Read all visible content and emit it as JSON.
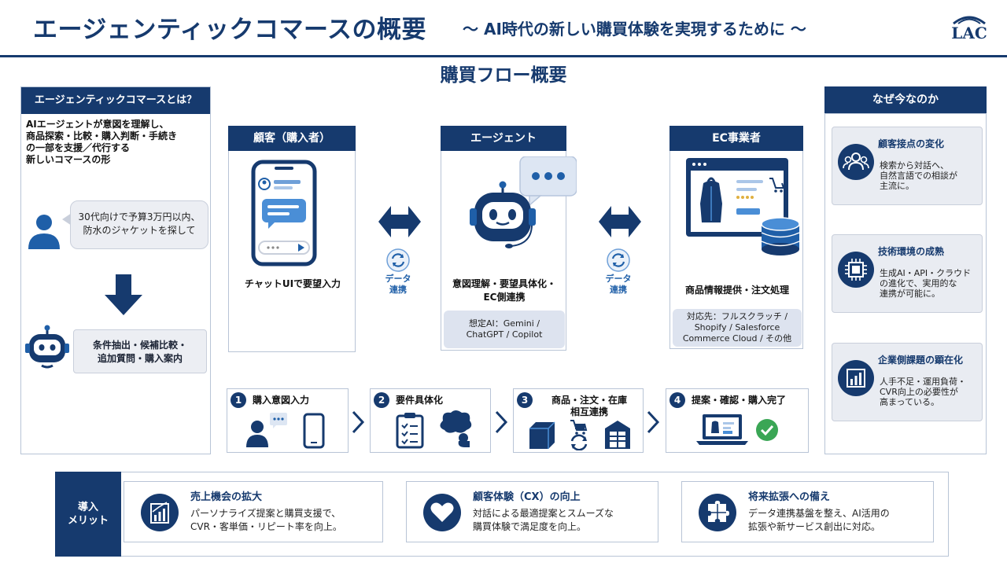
{
  "header": {
    "title": "エージェンティックコマースの概要",
    "subtitle": "〜 AI時代の新しい購買体験を実現するために 〜",
    "logo_text": "LAC"
  },
  "flow_title": "購買フロー概要",
  "left": {
    "heading": "エージェンティックコマースとは？",
    "desc": [
      "AIエージェントが意図を理解し、",
      "商品探索・比較・購入判断・手続き",
      "の一部を支援／代行する",
      "新しいコマースの形"
    ],
    "bubble": [
      "30代向けで予算3万円以内、",
      "防水のジャケットを探して"
    ],
    "result": [
      "条件抽出・候補比較・",
      "追加質問・購入案内"
    ]
  },
  "columns": {
    "customer": {
      "heading": "顧客（購入者）",
      "label": "チャットUIで要望入力"
    },
    "agent": {
      "heading": "エージェント",
      "label": [
        "意図理解・要望具体化・",
        "EC側連携"
      ],
      "note": [
        "想定AI：Gemini /",
        "ChatGPT / Copilot"
      ]
    },
    "ec": {
      "heading": "EC事業者",
      "label": "商品情報提供・注文処理",
      "note": [
        "対応先：フルスクラッチ /",
        "Shopify / Salesforce",
        "Commerce Cloud / その他"
      ]
    }
  },
  "sync": {
    "label_1": "データ",
    "label_2": "連携"
  },
  "steps": [
    {
      "num": "1",
      "label": "購入意図入力"
    },
    {
      "num": "2",
      "label": "要件具体化"
    },
    {
      "num": "3",
      "label": "商品・注文・在庫",
      "label_2": "相互連携"
    },
    {
      "num": "4",
      "label": "提案・確認・購入完了"
    }
  ],
  "right": {
    "heading": "なぜ今なのか",
    "reasons": [
      {
        "title": "顧客接点の変化",
        "body": [
          "検索から対話へ、",
          "自然言語での相談が",
          "主流に。"
        ]
      },
      {
        "title": "技術環境の成熟",
        "body": [
          "生成AI・API・クラウド",
          "の進化で、実用的な",
          "連携が可能に。"
        ]
      },
      {
        "title": "企業側課題の顕在化",
        "body": [
          "人手不足・運用負荷・",
          "CVR向上の必要性が",
          "高まっている。"
        ]
      }
    ]
  },
  "benefits": {
    "heading_1": "導入",
    "heading_2": "メリット",
    "items": [
      {
        "title": "売上機会の拡大",
        "body": [
          "パーソナライズ提案と購買支援で、",
          "CVR・客単価・リピート率を向上。"
        ]
      },
      {
        "title": "顧客体験（CX）の向上",
        "body": [
          "対話による最適提案とスムーズな",
          "購買体験で満足度を向上。"
        ]
      },
      {
        "title": "将来拡張への備え",
        "body": [
          "データ連携基盤を整え、AI活用の",
          "拡張や新サービス創出に対応。"
        ]
      }
    ]
  },
  "colors": {
    "navy": "#163a6e",
    "accent_blue": "#1f5fa8",
    "light_panel": "#e9ecf2",
    "green_check": "#3aa655"
  }
}
